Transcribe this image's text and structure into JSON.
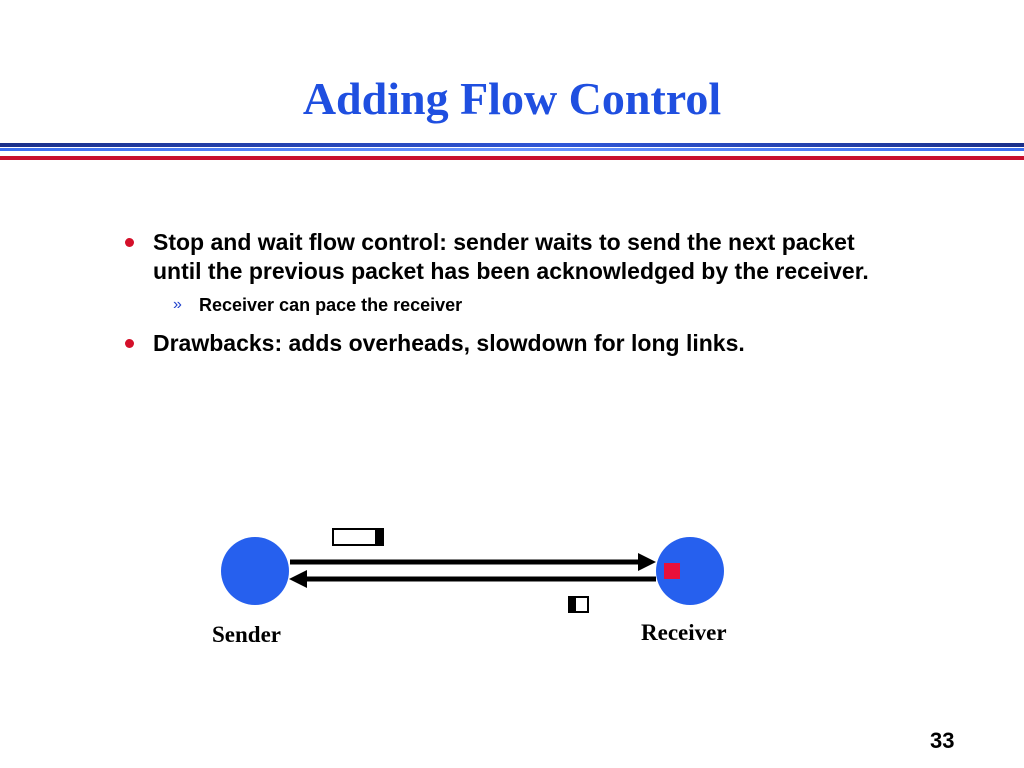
{
  "slide": {
    "title": "Adding Flow Control",
    "bullets": [
      {
        "text": "Stop and wait flow control: sender waits to send the next packet until the previous packet has been acknowledged by the receiver.",
        "subbullets": [
          {
            "marker": "»",
            "text": "Receiver can pace the receiver"
          }
        ]
      },
      {
        "text": "Drawbacks: adds overheads, slowdown for long links."
      }
    ],
    "page_number": "33"
  },
  "diagram": {
    "sender_label": "Sender",
    "receiver_label": "Receiver",
    "node_color": "#2660ee",
    "buffer_color": "#e8103a"
  },
  "colors": {
    "title": "#1f4fe0",
    "bullet_dot": "#d4102a",
    "rule_red": "#c8102e"
  }
}
